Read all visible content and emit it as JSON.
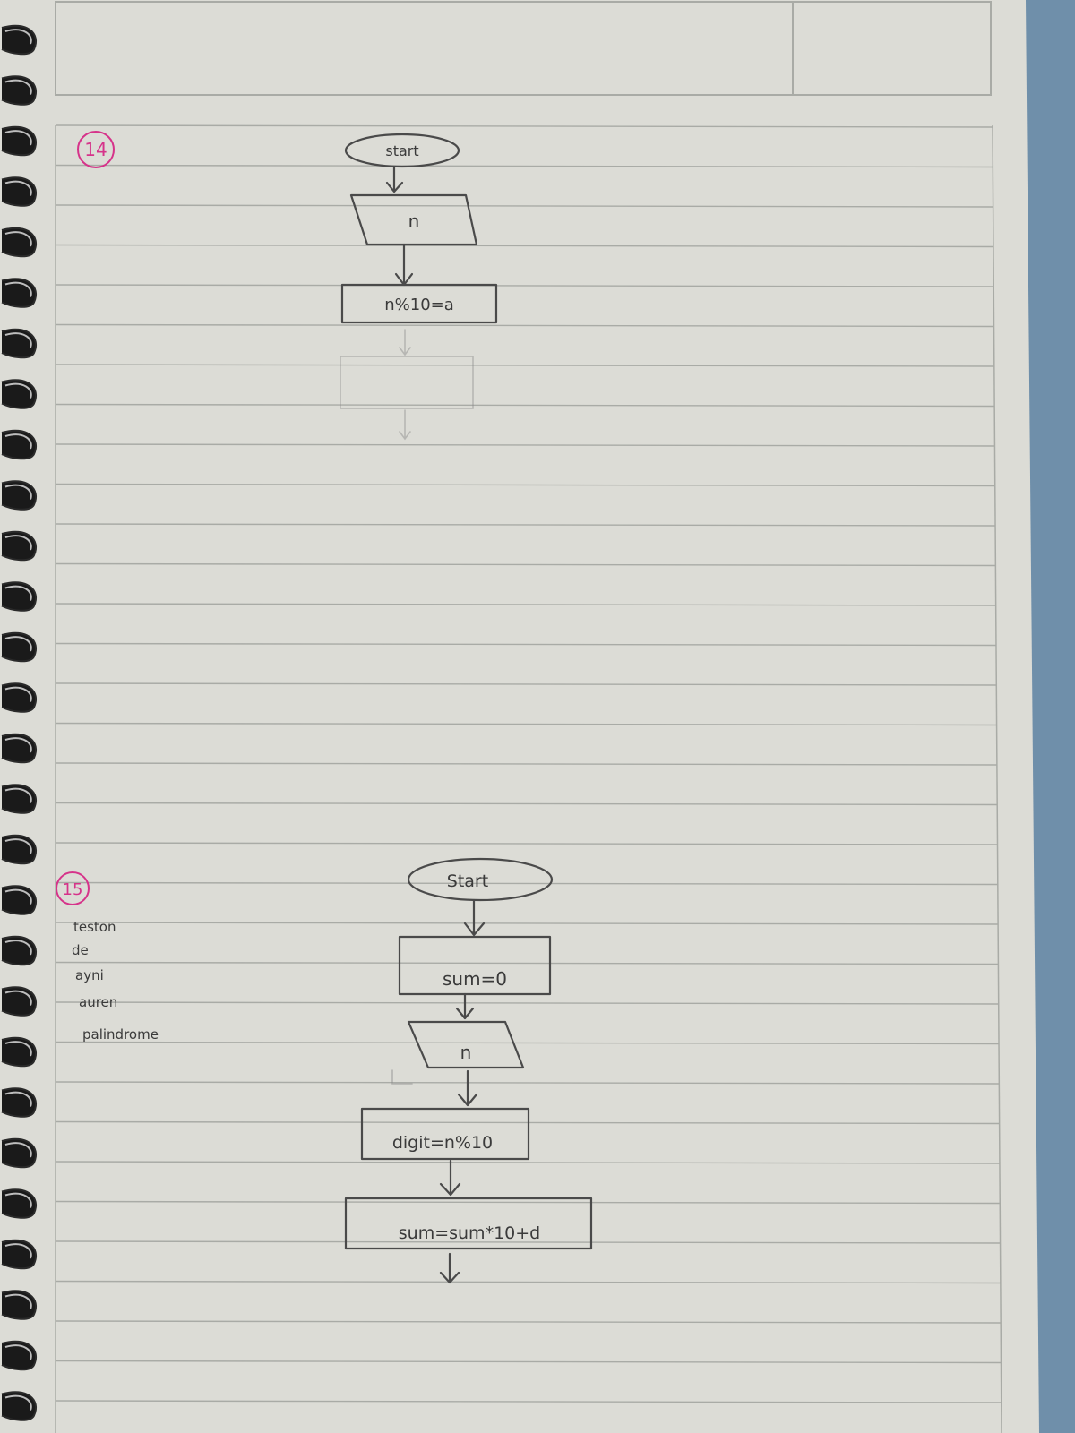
{
  "colors": {
    "paper": "#dcdcd6",
    "rule_line": "#a9aba6",
    "pencil": "#3a3a3a",
    "pink_ink": "#d6338a",
    "background": "#5f7d96"
  },
  "exercise_14": {
    "number": "14",
    "nodes": {
      "start": "start",
      "input": "n",
      "process": "n%10=a"
    }
  },
  "exercise_15": {
    "number": "15",
    "note": [
      "teston",
      "de",
      "ayni",
      "auren",
      "palindrome"
    ],
    "nodes": {
      "start": "Start",
      "init": "sum=0",
      "input": "n",
      "digit": "digit=n%10",
      "sum": "sum=sum*10+d"
    }
  }
}
